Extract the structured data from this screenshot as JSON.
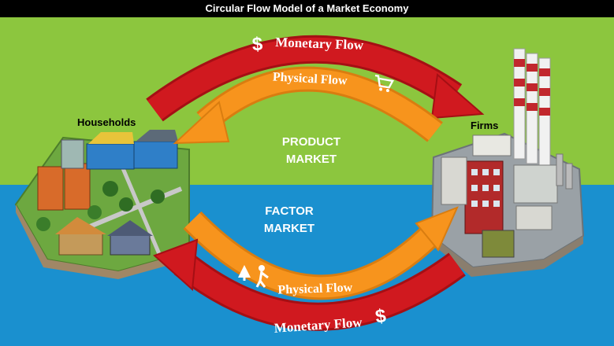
{
  "title": "Circular Flow Model of a Market Economy",
  "households_label": "Households",
  "firms_label": "Firms",
  "product_market": {
    "line1": "PRODUCT",
    "line2": "MARKET"
  },
  "factor_market": {
    "line1": "FACTOR",
    "line2": "MARKET"
  },
  "flows": {
    "top_monetary": "Monetary Flow",
    "top_physical": "Physical Flow",
    "bottom_physical": "Physical Flow",
    "bottom_monetary": "Monetary Flow",
    "dollar_sign": "$"
  },
  "colors": {
    "green_bg": "#8cc63e",
    "blue_bg": "#1a90cf",
    "monetary_arrow": "#c8181c",
    "physical_arrow": "#f39320"
  }
}
